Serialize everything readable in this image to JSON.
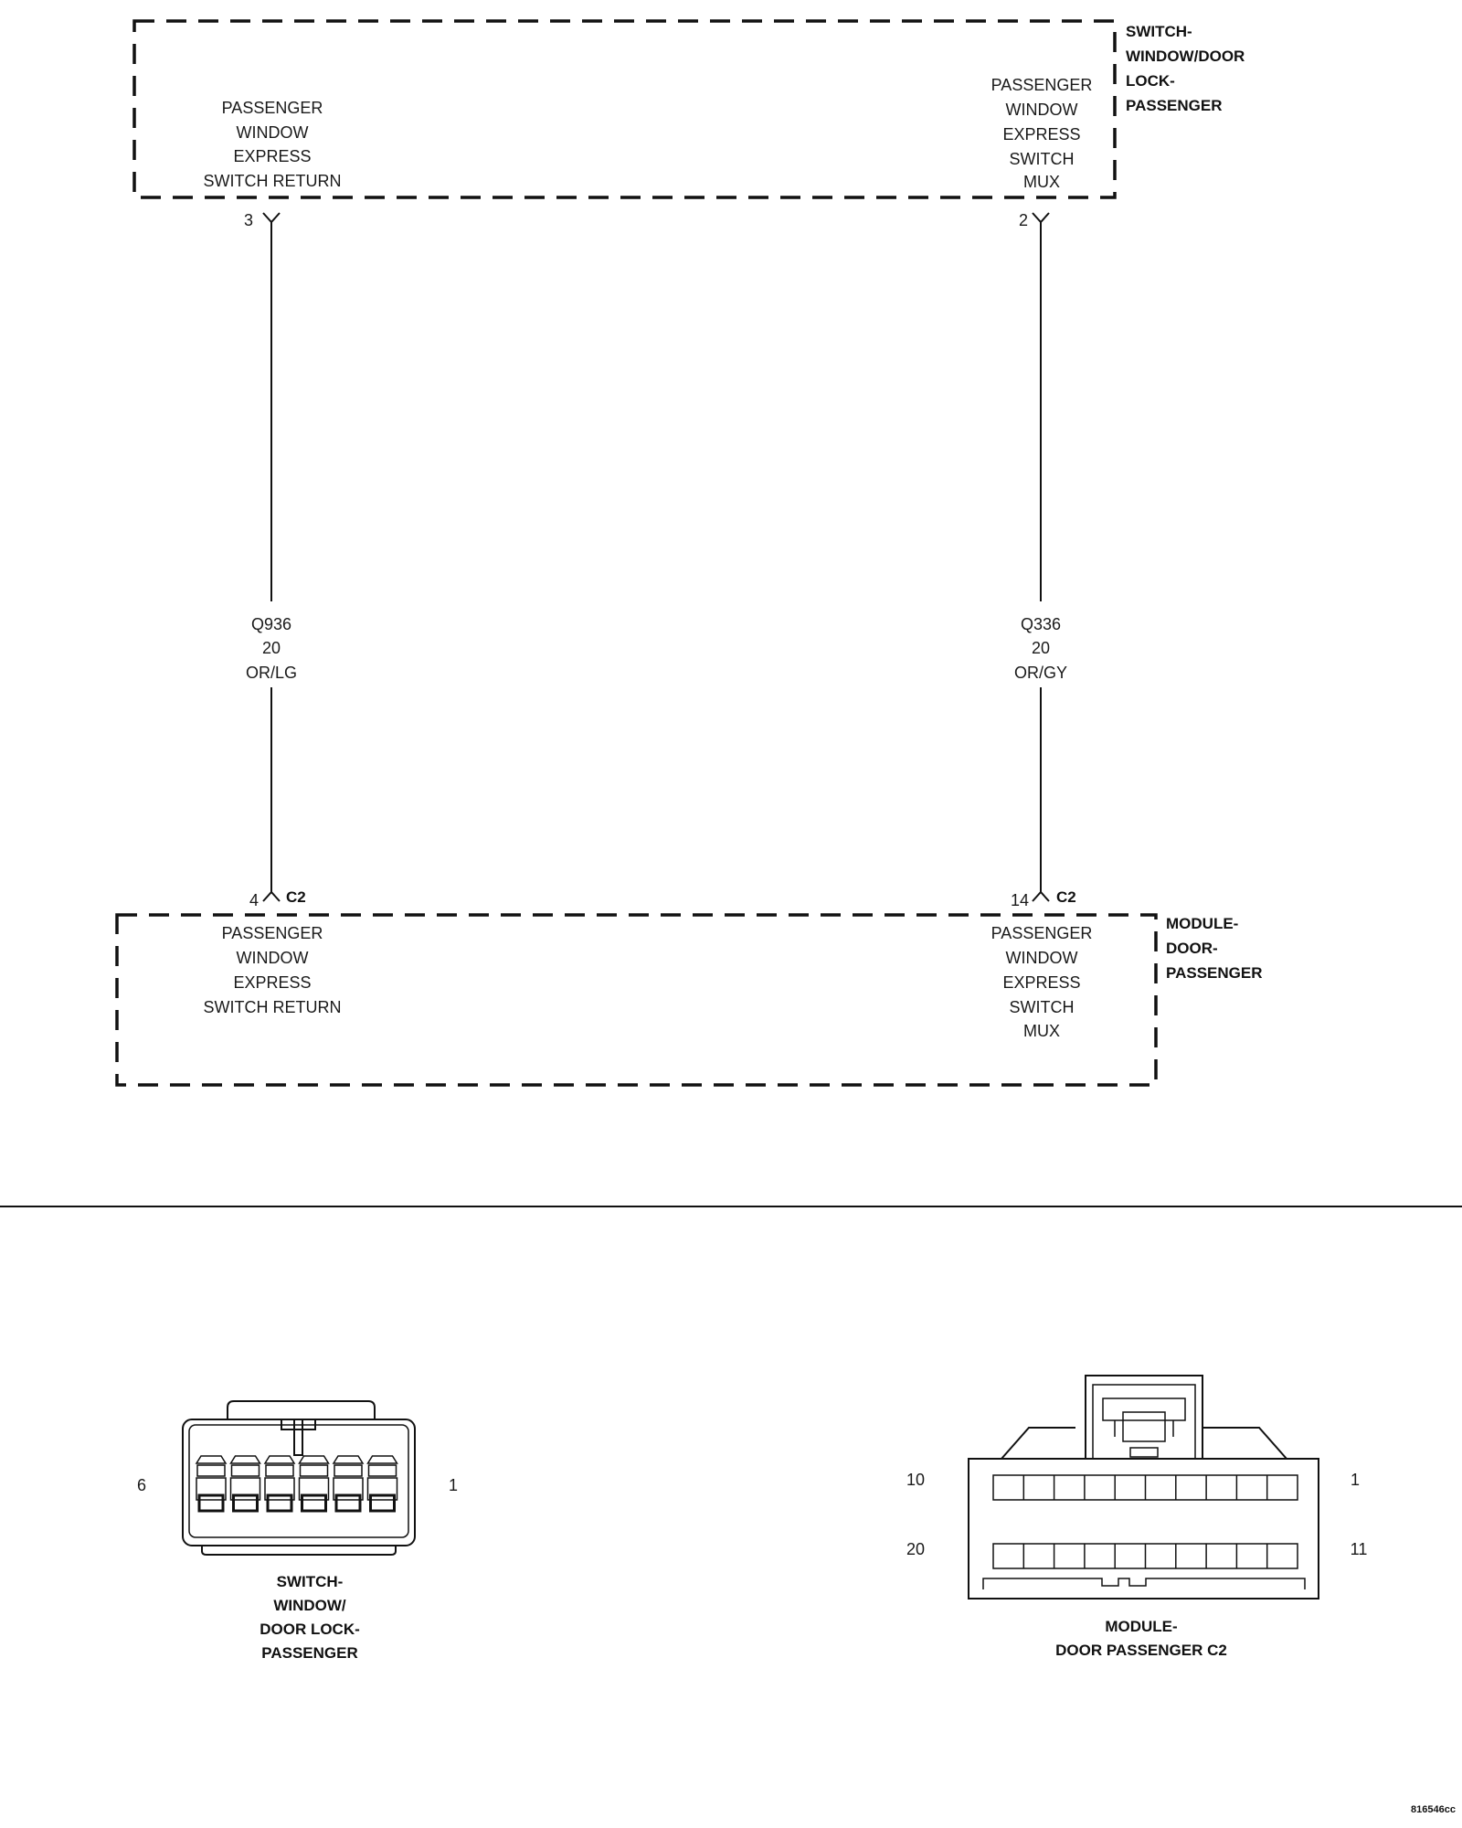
{
  "switch_component": {
    "label_lines": [
      "SWITCH-",
      "WINDOW/DOOR",
      "LOCK-",
      "PASSENGER"
    ],
    "left_pin": {
      "number": "3",
      "lines": [
        "PASSENGER",
        "WINDOW",
        "EXPRESS",
        "SWITCH RETURN"
      ]
    },
    "right_pin": {
      "number": "2",
      "lines": [
        "PASSENGER",
        "WINDOW",
        "EXPRESS",
        "SWITCH",
        "MUX"
      ]
    }
  },
  "wires": [
    {
      "circuit": "Q936",
      "gauge": "20",
      "color_code": "OR/LG"
    },
    {
      "circuit": "Q336",
      "gauge": "20",
      "color_code": "OR/GY"
    }
  ],
  "module_component": {
    "label_lines": [
      "MODULE-",
      "DOOR-",
      "PASSENGER"
    ],
    "left_pin": {
      "number": "4",
      "connector": "C2",
      "lines": [
        "PASSENGER",
        "WINDOW",
        "EXPRESS",
        "SWITCH RETURN"
      ]
    },
    "right_pin": {
      "number": "14",
      "connector": "C2",
      "lines": [
        "PASSENGER",
        "WINDOW",
        "EXPRESS",
        "SWITCH",
        "MUX"
      ]
    }
  },
  "connector_views": [
    {
      "pin_left": "6",
      "pin_right": "1",
      "caption_lines": [
        "SWITCH-",
        "WINDOW/",
        "DOOR LOCK-",
        "PASSENGER"
      ]
    },
    {
      "pin_top_left": "10",
      "pin_top_right": "1",
      "pin_bottom_left": "20",
      "pin_bottom_right": "11",
      "caption_lines": [
        "MODULE-",
        "DOOR PASSENGER C2"
      ]
    }
  ],
  "figure_id": "816546cc"
}
